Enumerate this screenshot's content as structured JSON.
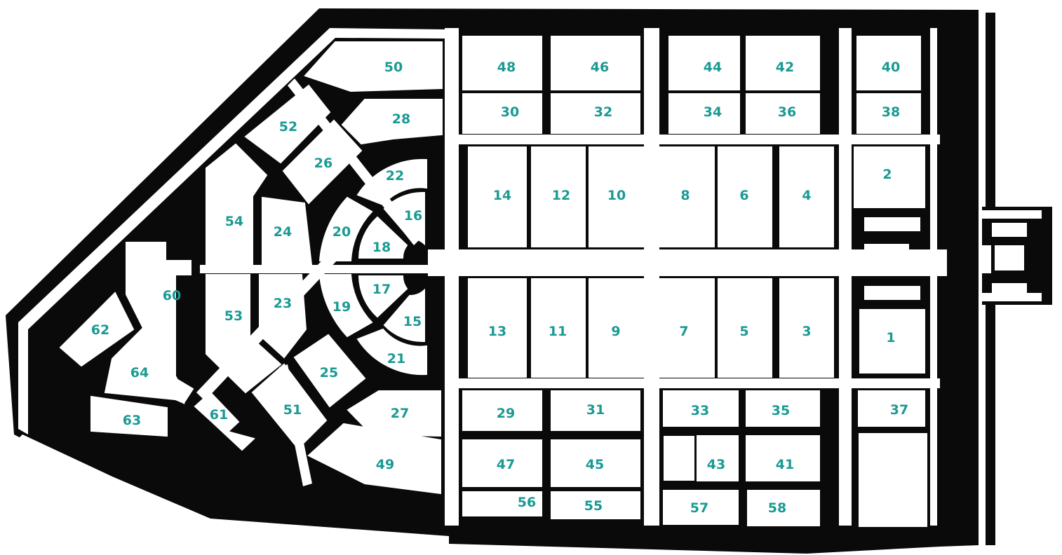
{
  "map": {
    "label_color": "#1a9a93",
    "ground_color": "#0a0a0a",
    "path_color": "#ffffff",
    "plots": [
      {
        "id": "1",
        "label": "1"
      },
      {
        "id": "2",
        "label": "2"
      },
      {
        "id": "3",
        "label": "3"
      },
      {
        "id": "4",
        "label": "4"
      },
      {
        "id": "5",
        "label": "5"
      },
      {
        "id": "6",
        "label": "6"
      },
      {
        "id": "7",
        "label": "7"
      },
      {
        "id": "8",
        "label": "8"
      },
      {
        "id": "9",
        "label": "9"
      },
      {
        "id": "10",
        "label": "10"
      },
      {
        "id": "11",
        "label": "11"
      },
      {
        "id": "12",
        "label": "12"
      },
      {
        "id": "13",
        "label": "13"
      },
      {
        "id": "14",
        "label": "14"
      },
      {
        "id": "15",
        "label": "15"
      },
      {
        "id": "16",
        "label": "16"
      },
      {
        "id": "17",
        "label": "17"
      },
      {
        "id": "18",
        "label": "18"
      },
      {
        "id": "19",
        "label": "19"
      },
      {
        "id": "20",
        "label": "20"
      },
      {
        "id": "21",
        "label": "21"
      },
      {
        "id": "22",
        "label": "22"
      },
      {
        "id": "23",
        "label": "23"
      },
      {
        "id": "24",
        "label": "24"
      },
      {
        "id": "25",
        "label": "25"
      },
      {
        "id": "26",
        "label": "26"
      },
      {
        "id": "27",
        "label": "27"
      },
      {
        "id": "28",
        "label": "28"
      },
      {
        "id": "29",
        "label": "29"
      },
      {
        "id": "30",
        "label": "30"
      },
      {
        "id": "31",
        "label": "31"
      },
      {
        "id": "32",
        "label": "32"
      },
      {
        "id": "33",
        "label": "33"
      },
      {
        "id": "34",
        "label": "34"
      },
      {
        "id": "35",
        "label": "35"
      },
      {
        "id": "36",
        "label": "36"
      },
      {
        "id": "37",
        "label": "37"
      },
      {
        "id": "38",
        "label": "38"
      },
      {
        "id": "40",
        "label": "40"
      },
      {
        "id": "41",
        "label": "41"
      },
      {
        "id": "42",
        "label": "42"
      },
      {
        "id": "43",
        "label": "43"
      },
      {
        "id": "44",
        "label": "44"
      },
      {
        "id": "45",
        "label": "45"
      },
      {
        "id": "46",
        "label": "46"
      },
      {
        "id": "47",
        "label": "47"
      },
      {
        "id": "48",
        "label": "48"
      },
      {
        "id": "49",
        "label": "49"
      },
      {
        "id": "50",
        "label": "50"
      },
      {
        "id": "51",
        "label": "51"
      },
      {
        "id": "52",
        "label": "52"
      },
      {
        "id": "53",
        "label": "53"
      },
      {
        "id": "54",
        "label": "54"
      },
      {
        "id": "55",
        "label": "55"
      },
      {
        "id": "56",
        "label": "56"
      },
      {
        "id": "57",
        "label": "57"
      },
      {
        "id": "58",
        "label": "58"
      },
      {
        "id": "60",
        "label": "60"
      },
      {
        "id": "61",
        "label": "61"
      },
      {
        "id": "62",
        "label": "62"
      },
      {
        "id": "63",
        "label": "63"
      },
      {
        "id": "64",
        "label": "64"
      }
    ]
  }
}
